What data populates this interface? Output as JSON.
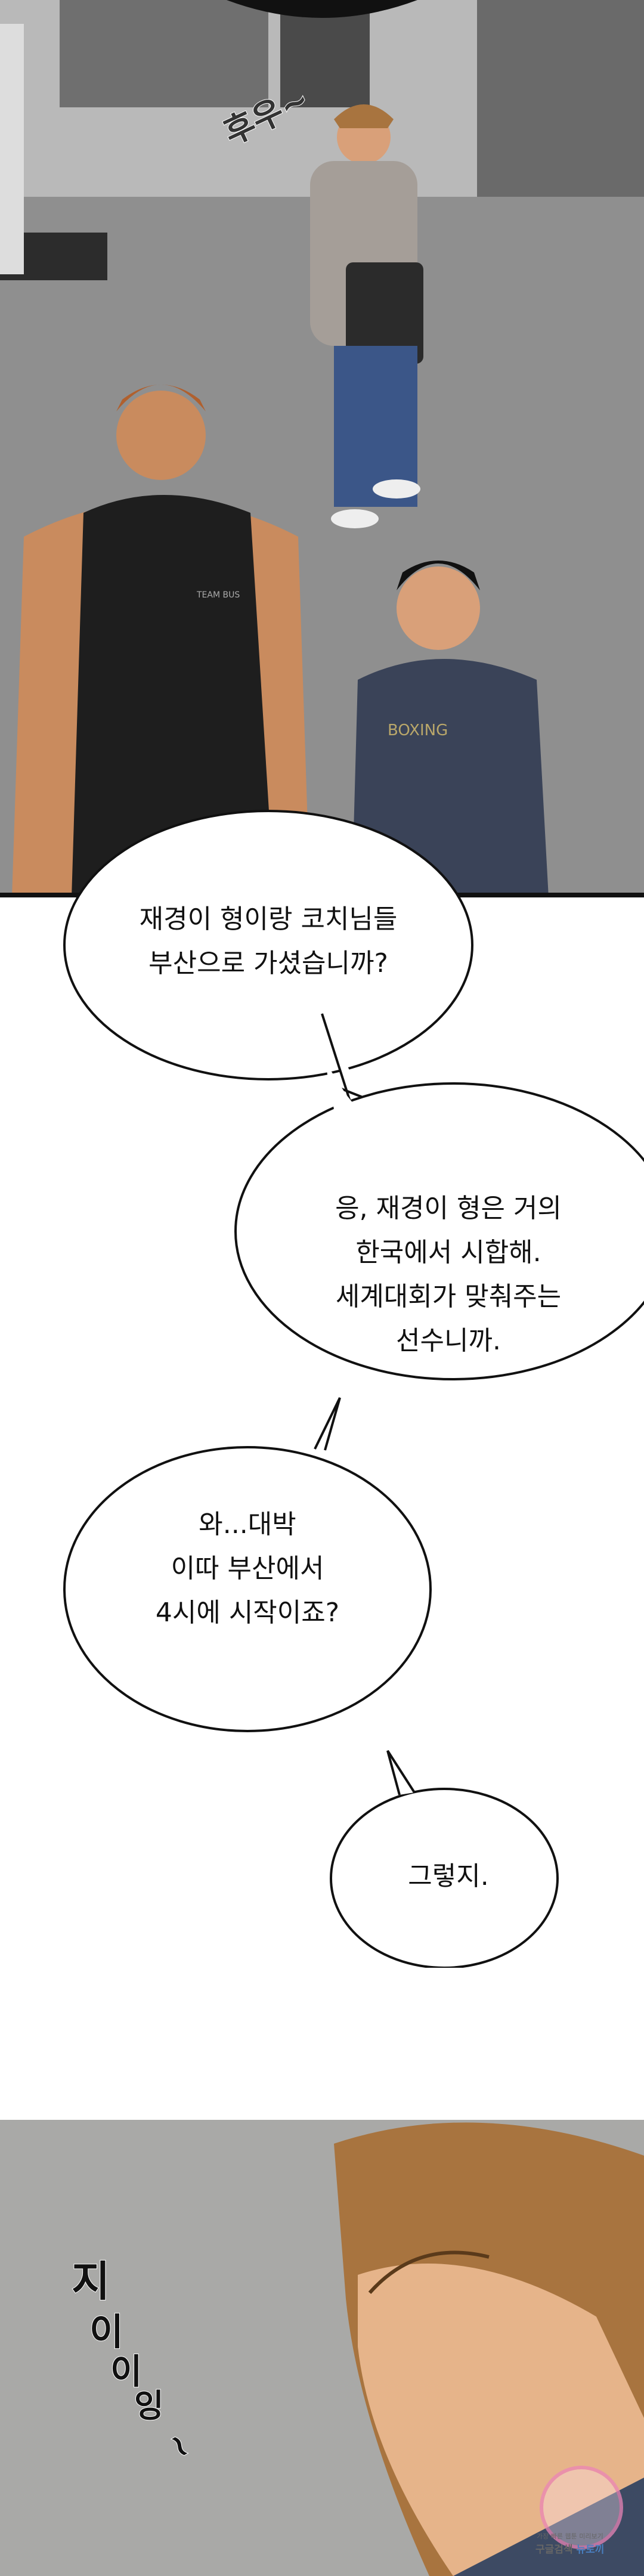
{
  "panel1": {
    "sfx": "후우~",
    "shirt_print_1": "TEAM BUS",
    "shirt_print_2": "BOXING"
  },
  "bubbles": [
    {
      "lines": [
        "재경이 형이랑 코치님들",
        "부산으로  가셨습니까?"
      ]
    },
    {
      "lines": [
        "응, 재경이 형은 거의",
        "한국에서 시합해.",
        "세계대회가 맞춰주는",
        "선수니까."
      ]
    },
    {
      "lines": [
        "와...대박",
        "이따 부산에서",
        "4시에 시작이죠?"
      ]
    },
    {
      "lines": [
        "그렇지."
      ]
    }
  ],
  "panel3": {
    "sfx_chars": [
      "지",
      "이",
      "이",
      "잉",
      "~"
    ]
  },
  "watermark": {
    "line1": "가장 빠른 웹툰 미리보기",
    "line2a": "구글검색",
    "line2b": "뉴토끼"
  },
  "colors": {
    "floor": "#8e8e8e",
    "wall": "#b9b9b9",
    "panel3_bg": "#a9a9a7",
    "hair": "#a8743f",
    "skin": "#d9a079"
  }
}
